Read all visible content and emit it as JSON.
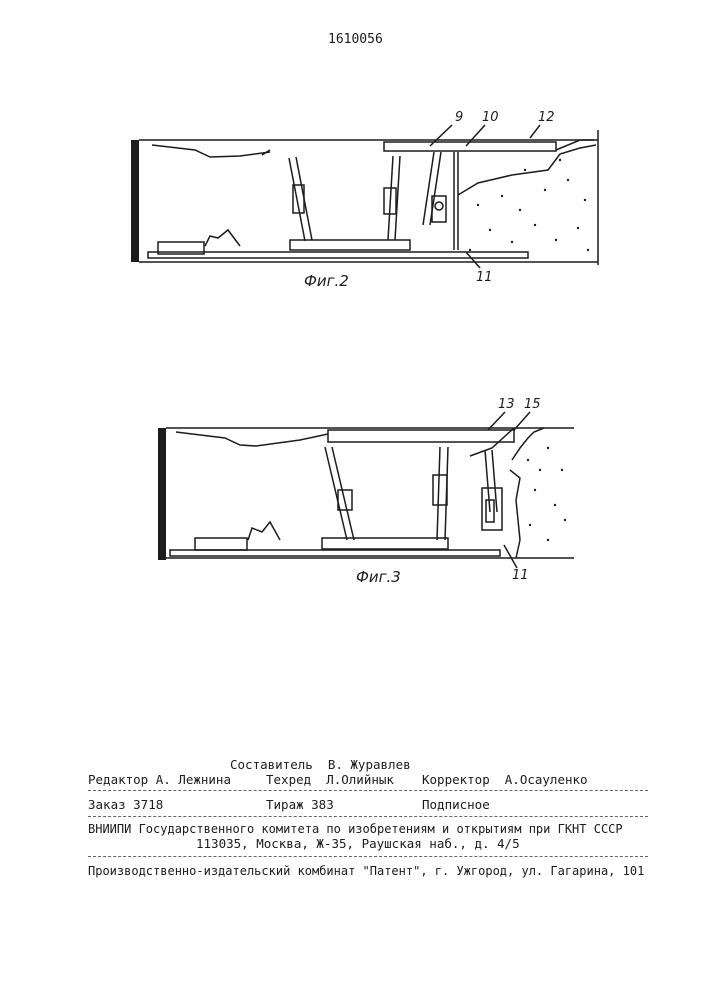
{
  "header": {
    "patent_number": "1610056"
  },
  "figure2": {
    "caption": "Фиг.2",
    "labels": {
      "l9": "9",
      "l10": "10",
      "l12": "12",
      "l11": "11"
    }
  },
  "figure3": {
    "caption": "Фиг.3",
    "labels": {
      "l13": "13",
      "l15": "15",
      "l11": "11"
    }
  },
  "colophon": {
    "compiler": "Составитель  В. Журавлев",
    "editor": "Редактор А. Лежнина",
    "techred": "Техред  Л.Олийнык",
    "corrector": "Корректор  А.Осауленко",
    "order": "Заказ 3718",
    "circulation": "Тираж 383",
    "subscription": "Подписное",
    "institute": "ВНИИПИ Государственного комитета по изобретениям и открытиям при ГКНТ СССР",
    "address": "113035, Москва, Ж-35, Раушская наб., д. 4/5",
    "publisher": "Производственно-издательский комбинат \"Патент\", г. Ужгород, ул. Гагарина, 101"
  }
}
